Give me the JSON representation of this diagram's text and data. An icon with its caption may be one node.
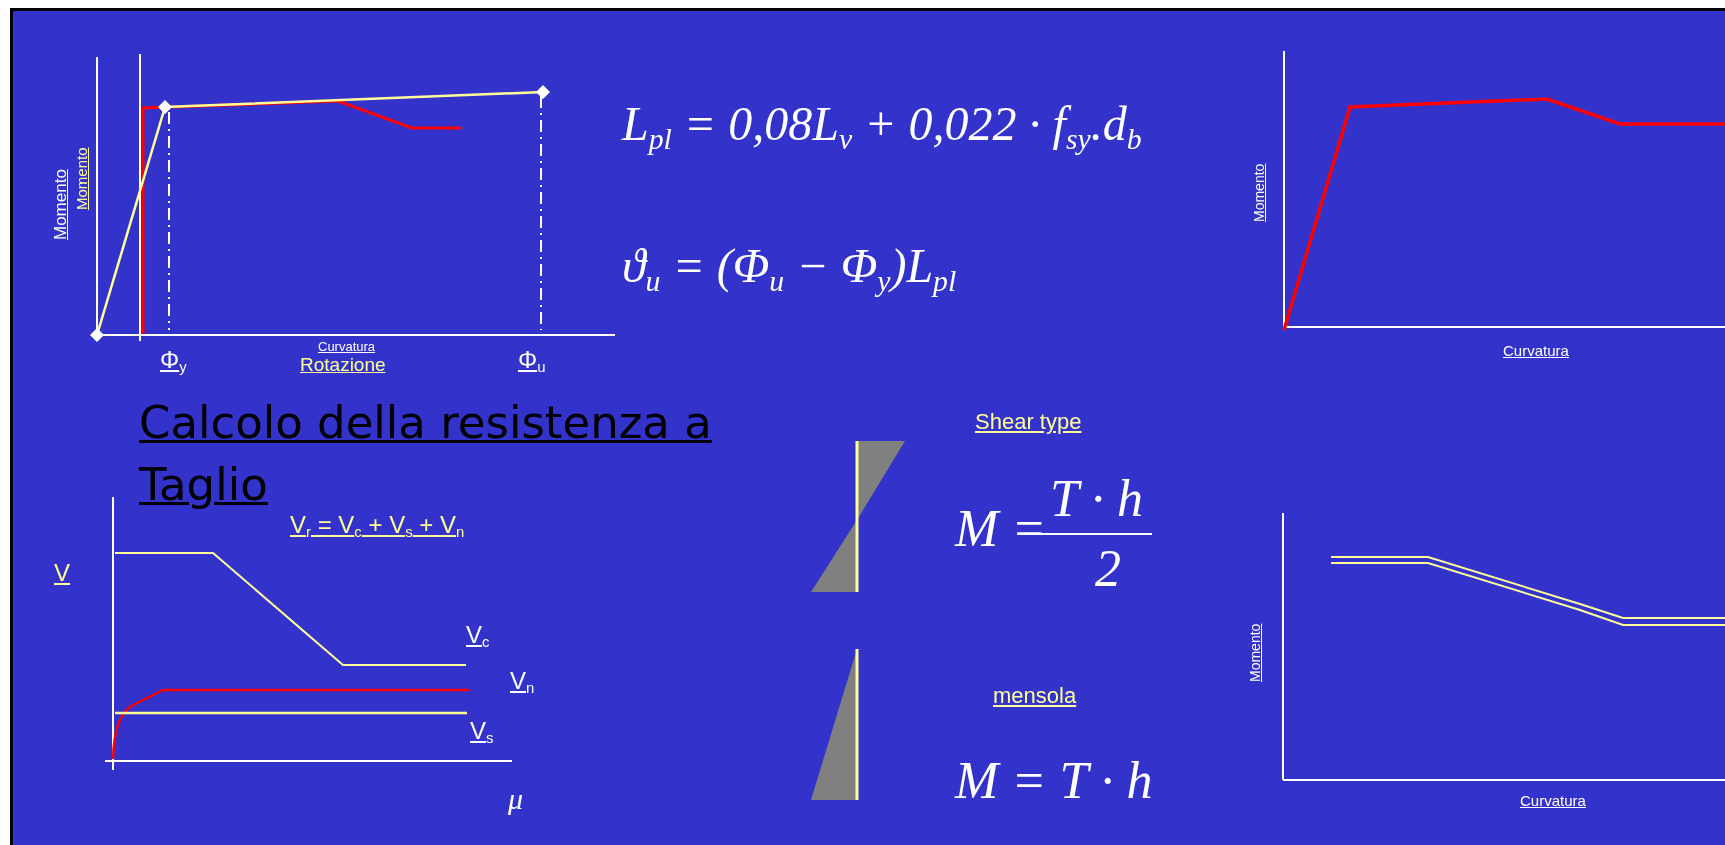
{
  "diagram": {
    "title": "Calcolo della resistenza a Taglio",
    "labels": [
      "Momento",
      "Momento",
      "L$_{pl}$ = 0,08L$_{v}$ + 0,022 · f$_{sy}$.d$_{b}$",
      "Momento",
      "ϑ$_{u}$ = (Φ$_{u}$ − Φ$_{y}$)L$_{pl}$",
      "Φ$_{y}$",
      "Curvatura",
      "Rotazione",
      "Φ$_{u}$",
      "Curvatura",
      "Shear type",
      "V$_{r}$ = V$_{c}$ + V$_{s}$ + V$_{n}$",
      "V",
      "M =",
      "T · h",
      "2",
      "Momento",
      "V$_{c}$",
      "V$_{n}$",
      "mensola",
      "V$_{s}$",
      "M = T · h",
      "μ",
      "Curvatura"
    ]
  }
}
